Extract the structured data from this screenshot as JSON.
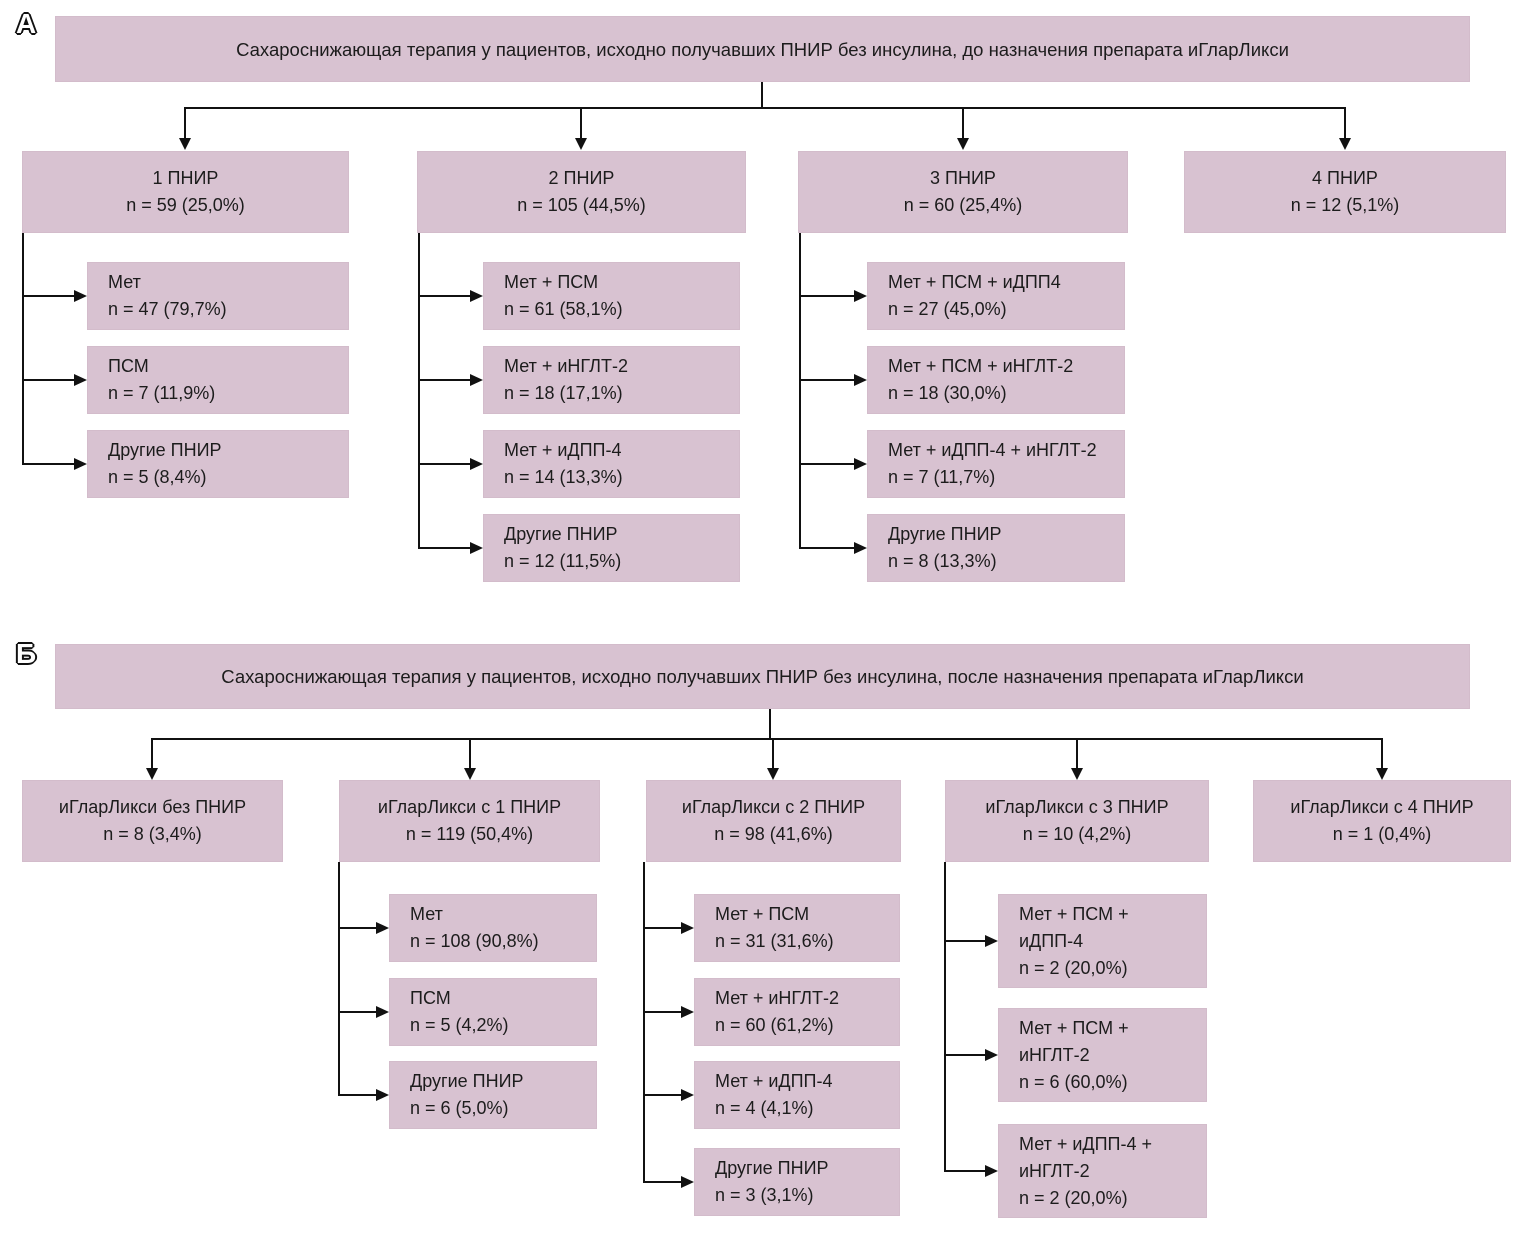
{
  "colors": {
    "box_fill": "#d8c2d1",
    "box_border": "#d3bccb",
    "connector": "#111111",
    "text": "#1c1c1c",
    "background": "#ffffff"
  },
  "panel_a": {
    "label": "А",
    "title": "Сахароснижающая терапия у пациентов, исходно получавших ПНИР без инсулина, до назначения препарата иГларЛикси",
    "groups": [
      {
        "name": "1 ПНИР",
        "n": "n = 59 (25,0%)",
        "children": [
          {
            "name": "Мет",
            "n": "n = 47 (79,7%)"
          },
          {
            "name": "ПСМ",
            "n": "n = 7 (11,9%)"
          },
          {
            "name": "Другие ПНИР",
            "n": "n = 5 (8,4%)"
          }
        ]
      },
      {
        "name": "2 ПНИР",
        "n": "n = 105 (44,5%)",
        "children": [
          {
            "name": "Мет + ПСМ",
            "n": "n = 61 (58,1%)"
          },
          {
            "name": "Мет + иНГЛТ-2",
            "n": "n = 18 (17,1%)"
          },
          {
            "name": "Мет + иДПП-4",
            "n": "n = 14 (13,3%)"
          },
          {
            "name": "Другие ПНИР",
            "n": "n = 12 (11,5%)"
          }
        ]
      },
      {
        "name": "3 ПНИР",
        "n": "n = 60 (25,4%)",
        "children": [
          {
            "name": "Мет + ПСМ + иДПП4",
            "n": "n = 27 (45,0%)"
          },
          {
            "name": "Мет + ПСМ + иНГЛТ-2",
            "n": "n = 18 (30,0%)"
          },
          {
            "name": "Мет + иДПП-4 + иНГЛТ-2",
            "n": "n = 7 (11,7%)"
          },
          {
            "name": "Другие ПНИР",
            "n": "n = 8 (13,3%)"
          }
        ]
      },
      {
        "name": "4 ПНИР",
        "n": "n = 12 (5,1%)",
        "children": []
      }
    ]
  },
  "panel_b": {
    "label": "Б",
    "title": "Сахароснижающая терапия у пациентов, исходно получавших ПНИР без инсулина, после назначения препарата иГларЛикси",
    "groups": [
      {
        "name": "иГларЛикси без ПНИР",
        "n": "n = 8 (3,4%)",
        "children": []
      },
      {
        "name": "иГларЛикси с 1 ПНИР",
        "n": "n = 119 (50,4%)",
        "children": [
          {
            "name": "Мет",
            "n": "n = 108 (90,8%)"
          },
          {
            "name": "ПСМ",
            "n": "n = 5 (4,2%)"
          },
          {
            "name": "Другие ПНИР",
            "n": "n = 6 (5,0%)"
          }
        ]
      },
      {
        "name": "иГларЛикси с 2 ПНИР",
        "n": "n = 98 (41,6%)",
        "children": [
          {
            "name": "Мет + ПСМ",
            "n": "n = 31 (31,6%)"
          },
          {
            "name": "Мет + иНГЛТ-2",
            "n": "n = 60 (61,2%)"
          },
          {
            "name": "Мет + иДПП-4",
            "n": "n = 4 (4,1%)"
          },
          {
            "name": "Другие ПНИР",
            "n": "n = 3 (3,1%)"
          }
        ]
      },
      {
        "name": "иГларЛикси с 3 ПНИР",
        "n": "n = 10 (4,2%)",
        "children": [
          {
            "name_line1": "Мет + ПСМ +",
            "name_line2": "иДПП-4",
            "n": "n = 2 (20,0%)"
          },
          {
            "name_line1": "Мет + ПСМ +",
            "name_line2": "иНГЛТ-2",
            "n": "n = 6 (60,0%)"
          },
          {
            "name_line1": "Мет + иДПП-4 +",
            "name_line2": "иНГЛТ-2",
            "n": "n = 2 (20,0%)"
          }
        ]
      },
      {
        "name": "иГларЛикси с 4 ПНИР",
        "n": "n = 1 (0,4%)",
        "children": []
      }
    ]
  }
}
